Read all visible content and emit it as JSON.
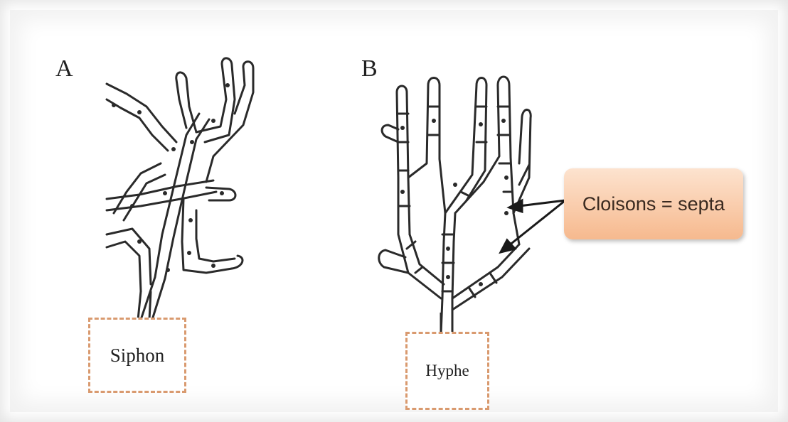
{
  "diagram_a": {
    "letter": "A",
    "label": "Siphon"
  },
  "diagram_b": {
    "letter": "B",
    "label": "Hyphe"
  },
  "callout": {
    "text": "Cloisons = septa"
  },
  "colors": {
    "callout_fill_top": "#fde3cf",
    "callout_fill_bottom": "#f6b98e",
    "dashed_border": "#d99a6f",
    "line": "#2a2a2a"
  },
  "icons": [
    "siphon-hyphae-drawing",
    "septate-hyphae-drawing",
    "arrow-icon"
  ]
}
